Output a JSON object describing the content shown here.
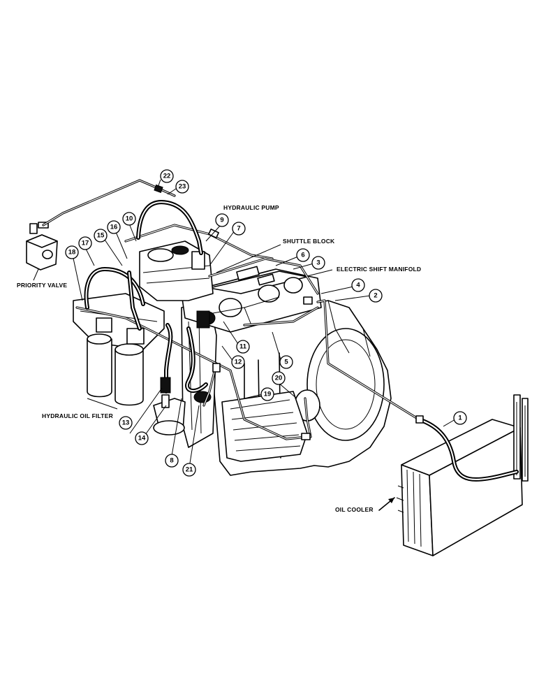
{
  "labels": {
    "priority_valve": "PRIORITY VALVE",
    "hydraulic_pump": "HYDRAULIC PUMP",
    "shuttle_block": "SHUTTLE BLOCK",
    "electric_shift_manifold": "ELECTRIC SHIFT MANIFOLD",
    "hydraulic_oil_filter": "HYDRAULIC OIL FILTER",
    "oil_cooler": "OIL COOLER"
  },
  "callouts": {
    "c1": "1",
    "c2": "2",
    "c3": "3",
    "c4": "4",
    "c5": "5",
    "c6": "6",
    "c7": "7",
    "c8": "8",
    "c9": "9",
    "c10": "10",
    "c11": "11",
    "c12": "12",
    "c13": "13",
    "c14": "14",
    "c15": "15",
    "c16": "16",
    "c17": "17",
    "c18": "18",
    "c19": "19",
    "c20": "20",
    "c21": "21",
    "c22": "22",
    "c23": "23"
  }
}
